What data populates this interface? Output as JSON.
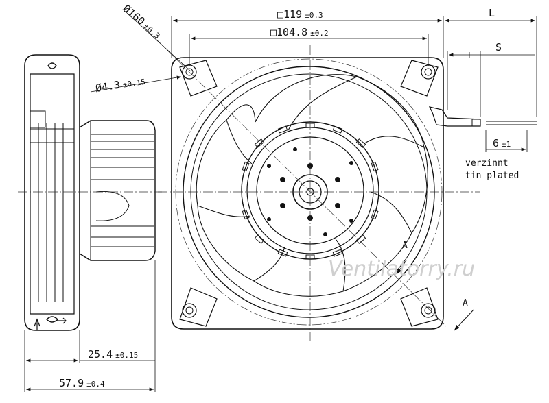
{
  "diagram": {
    "dimensions": {
      "frame_square": {
        "symbol": "□",
        "value": "119",
        "tol": "±0.3"
      },
      "hole_square": {
        "symbol": "□",
        "value": "104.8",
        "tol": "±0.2"
      },
      "diameter_160": {
        "symbol": "Ø",
        "value": "160",
        "tol": "±0.3"
      },
      "hole_diameter": {
        "symbol": "Ø",
        "value": "4.3",
        "tol": "±0.15"
      },
      "depth_frame": {
        "value": "25.4",
        "tol": "±0.15"
      },
      "depth_total": {
        "value": "57.9",
        "tol": "±0.4"
      },
      "lead_L": {
        "value": "L"
      },
      "lead_S": {
        "value": "S"
      },
      "strip_length": {
        "value": "6",
        "tol": "±1"
      }
    },
    "notes": {
      "line1": "verzinnt",
      "line2": "tin plated"
    },
    "section_marks": {
      "a1": "A",
      "a2": "A"
    },
    "watermark": "Ventilatorry.ru"
  }
}
